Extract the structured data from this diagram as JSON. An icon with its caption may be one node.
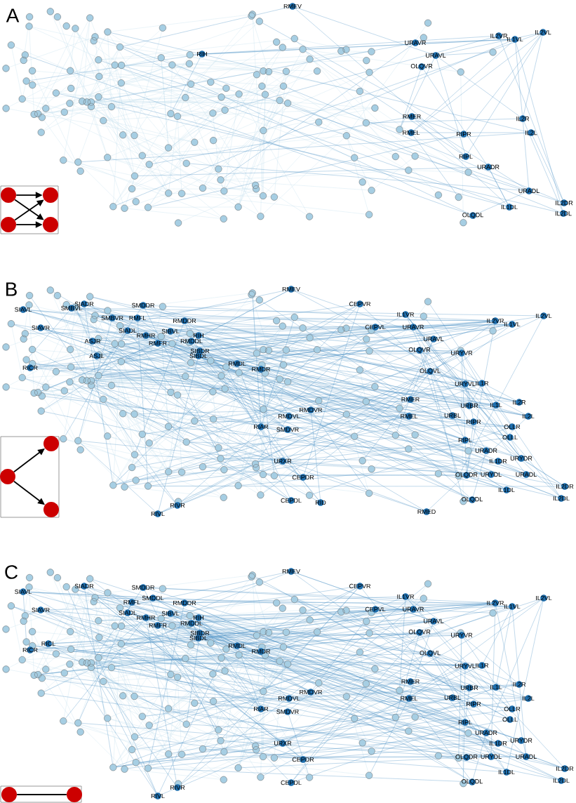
{
  "diagram": {
    "nodes": [
      {
        "text": [],
        "shape": "circle"
      },
      {
        "text": [],
        "shape": "circle"
      },
      {
        "text": [],
        "shape": "circle"
      },
      {
        "text": [],
        "shape": "circle"
      },
      {
        "text": [],
        "shape": "circle"
      },
      {
        "text": [],
        "shape": "circle"
      },
      {
        "text": [],
        "shape": "circle"
      },
      {
        "text": [],
        "shape": "circle"
      },
      {
        "text": [],
        "shape": "circle"
      }
    ],
    "edges": [
      {
        "from": 0,
        "to": 1,
        "arrow": "to"
      },
      {
        "from": 0,
        "to": 3,
        "arrow": "to"
      },
      {
        "from": 2,
        "to": 1,
        "arrow": "to"
      },
      {
        "from": 2,
        "to": 3,
        "arrow": "to"
      },
      {
        "from": 4,
        "to": 5,
        "arrow": "to"
      },
      {
        "from": 4,
        "to": 6,
        "arrow": "to"
      },
      {
        "from": 7,
        "to": 8,
        "arrow": "none"
      }
    ],
    "labels": [
      "A",
      "RMEV",
      "IL2VL",
      "IL2VR",
      "IL1VL",
      "URAVR",
      "RIH",
      "URAVL",
      "OLQVR",
      "RMER",
      "IL2R",
      "RMEL",
      "IL2L",
      "RIPR",
      "RIPL",
      "URADR",
      "URADL",
      "IL2DR",
      "IL1DL",
      "IL2DL",
      "OLQDL",
      "B",
      "RMEV",
      "CEPVR",
      "SIADR",
      "SMDDR",
      "SMBVL",
      "SIAVL",
      "IL1VR",
      "IL2VL",
      "SMBVR",
      "RMFL",
      "RMDDR",
      "IL2VR",
      "IL1VL",
      "CEPVL",
      "URAVR",
      "SIAVR",
      "SIADL",
      "RMHR",
      "SIBVL",
      "RIH",
      "URAVL",
      "RMDDL",
      "RMFR",
      "ASJR",
      "OLQVR",
      "SIBDR",
      "URYVR",
      "SIBDL",
      "ASJL",
      "RICR",
      "RMDL",
      "RMDR",
      "OLQVL",
      "IL1R",
      "URYVL",
      "RMER",
      "IL2R",
      "IL1L",
      "URBR",
      "RMDVR",
      "RMDVL",
      "RMEL",
      "URBL",
      "RIPR",
      "IL2L",
      "OLLR",
      "RIAR",
      "SMDVR",
      "OLLL",
      "RIPL",
      "URADR",
      "URYDR",
      "IL1DR",
      "URXR",
      "OLQDR",
      "URYDL",
      "URADL",
      "CEPDR",
      "IL2DR",
      "IL1DL",
      "OLQDL",
      "IL2DL",
      "CEPDL",
      "RID",
      "RIVR",
      "RMED",
      "RIVL",
      "C",
      "RMEV",
      "CEPVR",
      "SIADR",
      "SMDDR",
      "SIAVL",
      "IL1VR",
      "IL2VL",
      "SMDDL",
      "RMFL",
      "RMDDR",
      "IL2VR",
      "IL1VL",
      "CEPVL",
      "URAVR",
      "SIAVR",
      "SIADL",
      "RMHR",
      "SIBVL",
      "RIH",
      "URAVL",
      "RMDDL",
      "RMFR",
      "OLQVR",
      "SIBDR",
      "URYVR",
      "SIBDL",
      "RICL",
      "RICR",
      "RMDL",
      "RMDR",
      "OLQVL",
      "IL1R",
      "URYVL",
      "RMER",
      "IL2R",
      "IL1L",
      "URBR",
      "RMDVR",
      "RMDVL",
      "RMEL",
      "URBL",
      "RIPR",
      "IL2L",
      "OLLR",
      "RIAR",
      "SMDVR",
      "OLLL",
      "RIPL",
      "URADR",
      "URYDR",
      "IL1DR",
      "URXR",
      "OLQDR",
      "URYDL",
      "URADL",
      "CEPDR",
      "IL2DR",
      "IL1DL",
      "OLQDL",
      "IL2DL",
      "CEPDL",
      "RIVR",
      "RIVL"
    ]
  }
}
